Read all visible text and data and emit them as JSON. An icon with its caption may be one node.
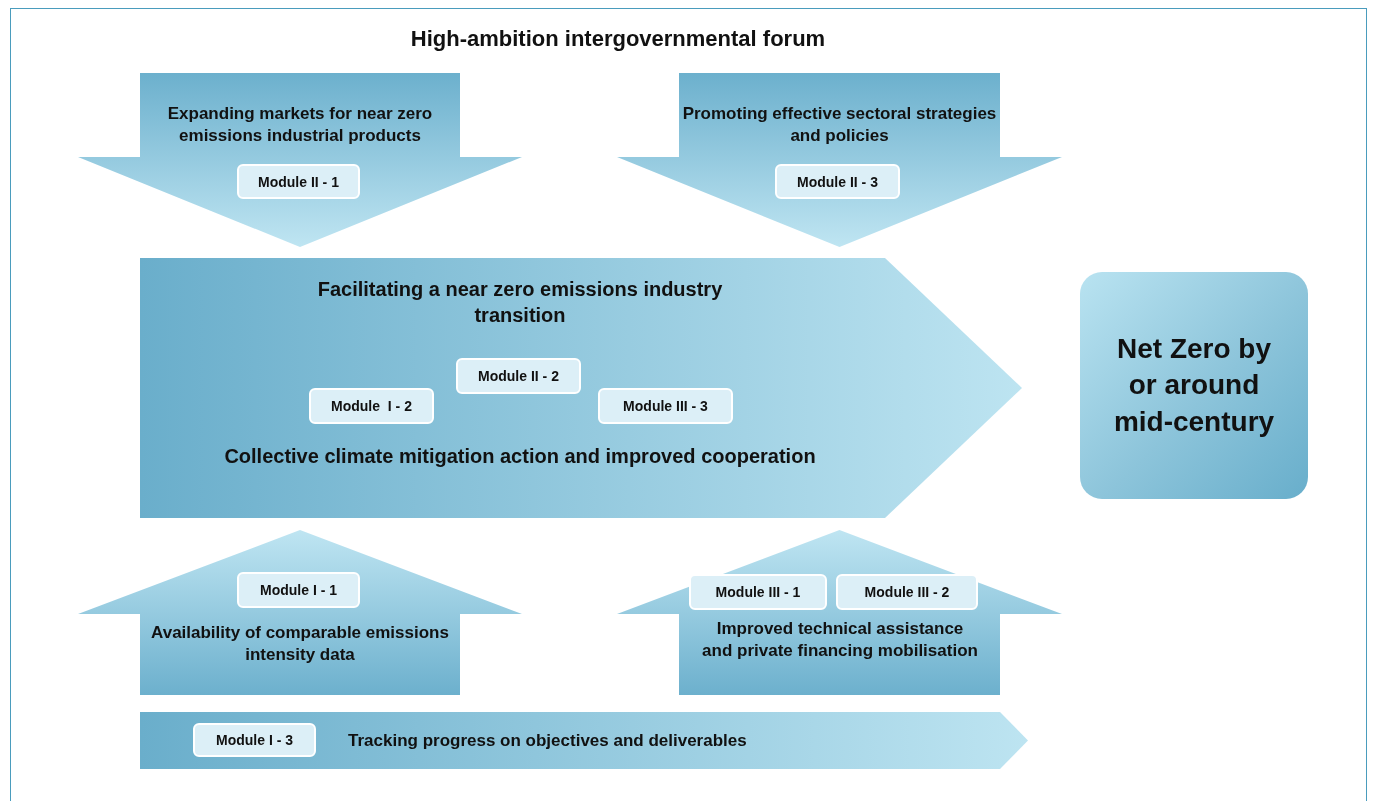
{
  "diagram": {
    "title": "High-ambition intergovernmental forum",
    "nodes": [
      {
        "text": [
          "Expanding markets for near zero emissions industrial products"
        ]
      },
      {
        "text": [
          "Module II - 1"
        ],
        "in": 0
      },
      {
        "text": [
          "Promoting effective sectoral strategies and policies"
        ]
      },
      {
        "text": [
          "Module II - 3"
        ],
        "in": 2
      },
      {
        "text": [
          "Facilitating a near zero emissions industry transition",
          "Collective climate mitigation action and improved cooperation"
        ]
      },
      {
        "text": [
          "Module  I - 2"
        ],
        "in": 4
      },
      {
        "text": [
          "Module II - 2"
        ],
        "in": 4
      },
      {
        "text": [
          "Module III - 3"
        ],
        "in": 4
      },
      {
        "text": [
          "Net Zero by or around mid-century"
        ]
      },
      {
        "text": [
          "Availability of comparable emissions intensity data"
        ]
      },
      {
        "text": [
          "Module I - 1"
        ],
        "in": 9
      },
      {
        "text": [
          "Improved technical assistance and private financing mobilisation"
        ]
      },
      {
        "text": [
          "Module III - 1"
        ],
        "in": 11
      },
      {
        "text": [
          "Module III - 2"
        ],
        "in": 11
      },
      {
        "text": [
          "Tracking progress on objectives and deliverables"
        ]
      },
      {
        "text": [
          "Module I - 3"
        ],
        "in": 14
      }
    ]
  }
}
